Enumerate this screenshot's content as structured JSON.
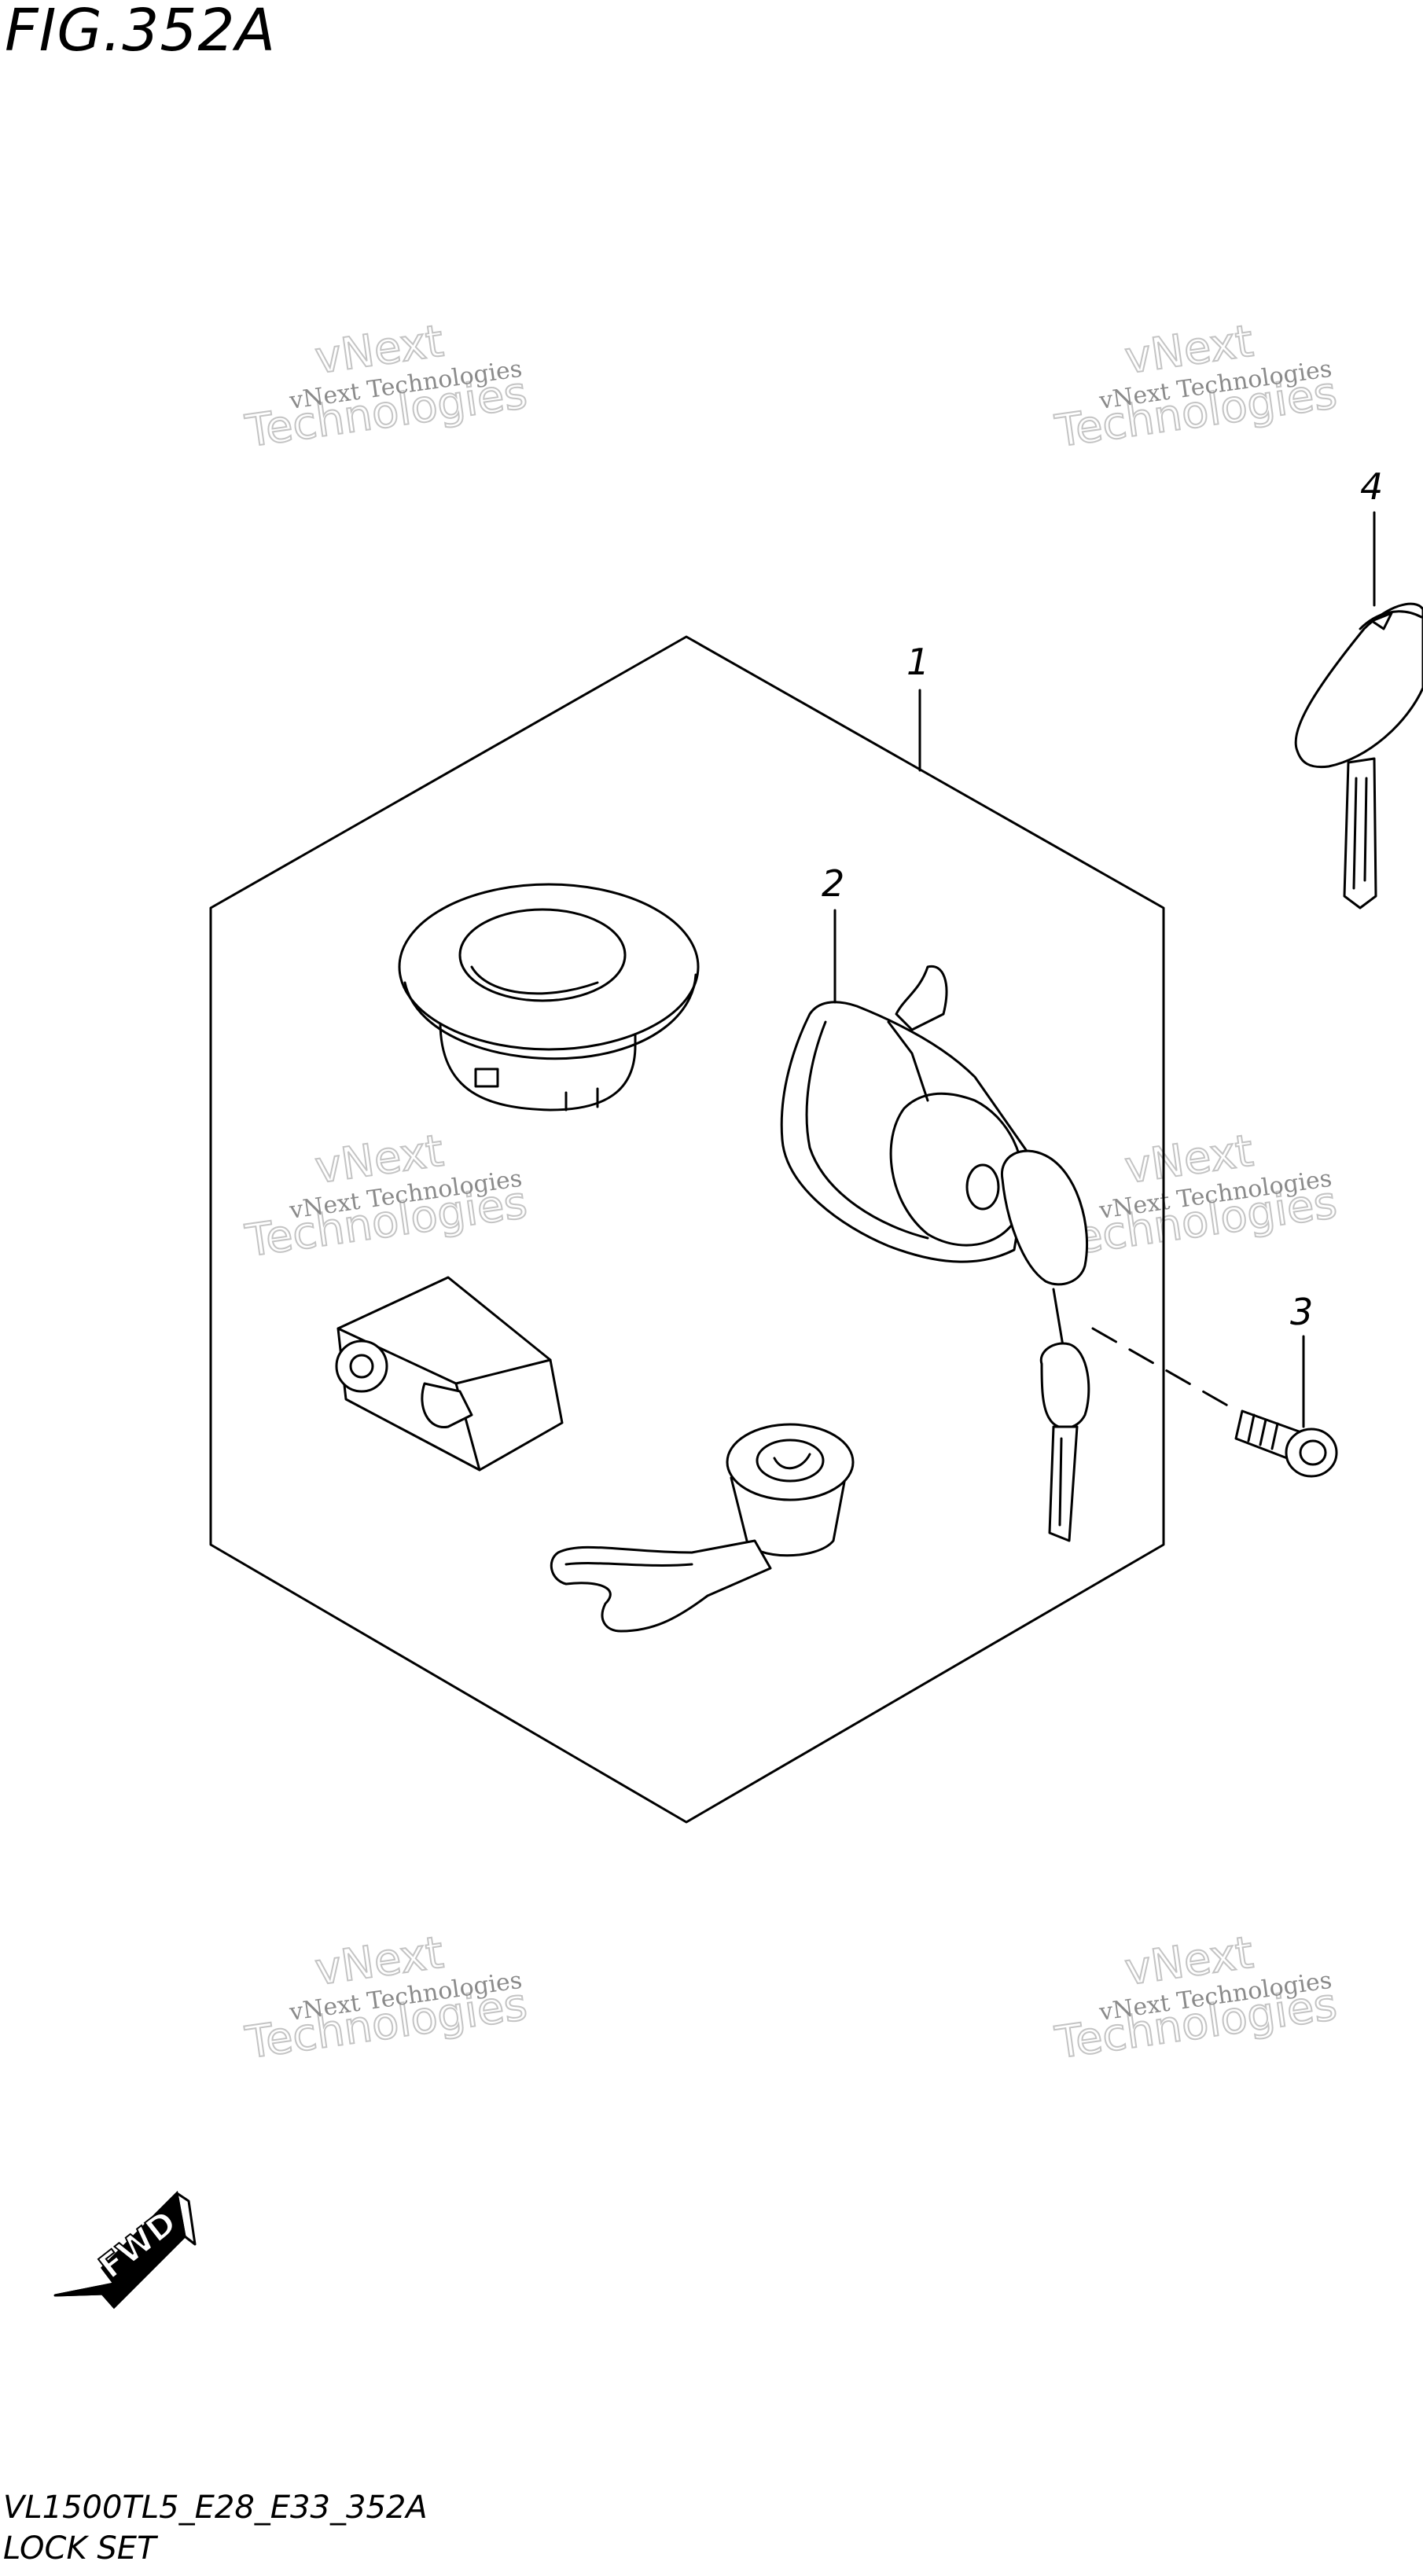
{
  "figure": {
    "title": "FIG.352A",
    "model_code": "VL1500TL5_E28_E33_352A",
    "section_name": "LOCK SET"
  },
  "callouts": [
    {
      "id": "callout-1",
      "label": "1"
    },
    {
      "id": "callout-2",
      "label": "2"
    },
    {
      "id": "callout-3",
      "label": "3"
    },
    {
      "id": "callout-4",
      "label": "4"
    }
  ],
  "watermark": {
    "small_text": "vNext Technologies",
    "big_line1": "vNext",
    "big_line2": "Technologies"
  },
  "fwd_arrow": {
    "label": "FWD"
  }
}
